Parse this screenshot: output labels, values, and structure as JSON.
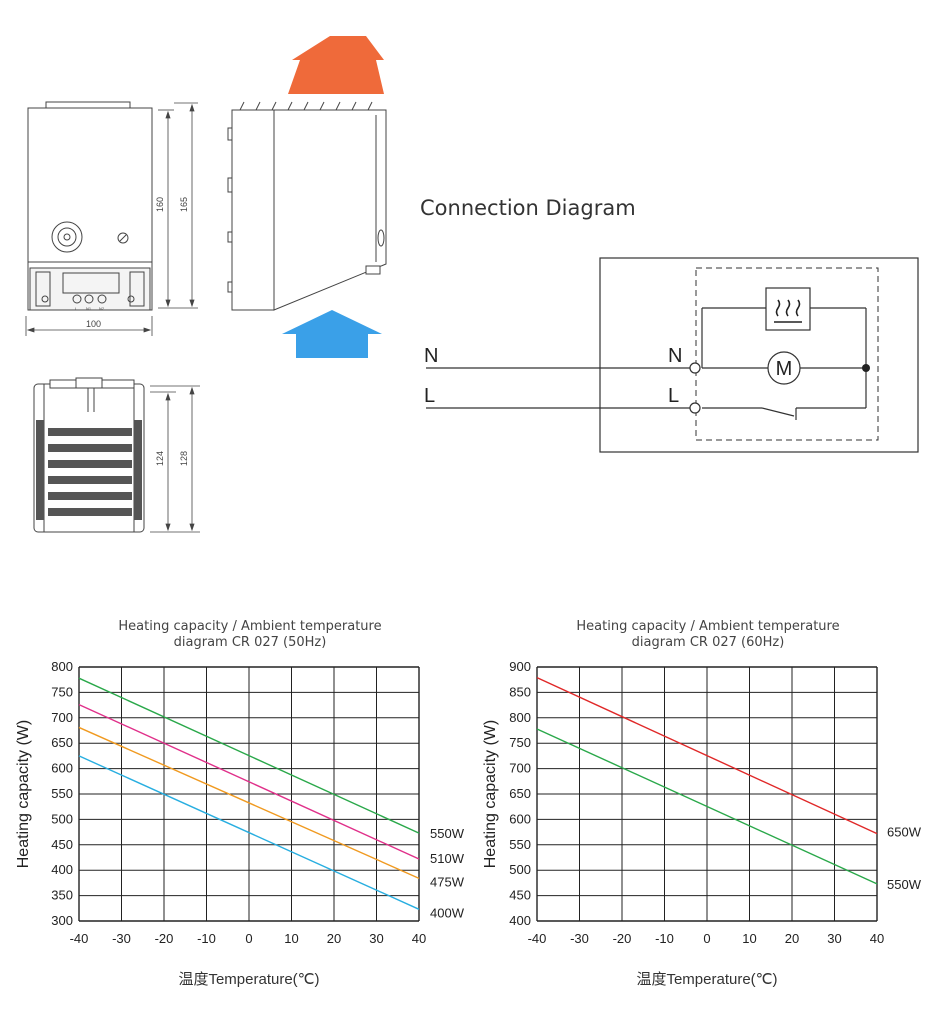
{
  "dimension_drawings": {
    "front_width": "100",
    "front_height_inner": "160",
    "front_height_outer": "165",
    "front_terminals": [
      "L",
      "N1",
      "N2"
    ],
    "bottom_height_inner": "124",
    "bottom_height_outer": "128",
    "airflow_colors": {
      "hot": "#ef6a3a",
      "cold": "#3aa0e8"
    }
  },
  "connection_diagram": {
    "title": "Connection Diagram",
    "outer_n": "N",
    "outer_l": "L",
    "inner_n": "N",
    "inner_l": "L",
    "motor": "M",
    "heater_icon": "heater-icon"
  },
  "chart_data": [
    {
      "type": "line",
      "title": "Heating capacity / Ambient temperature diagram CR 027 (50Hz)",
      "title_lines": [
        "Heating capacity / Ambient temperature",
        "diagram CR 027 (50Hz)"
      ],
      "xlabel": "温度Temperature(℃)",
      "ylabel": "Heating capacity (W)",
      "xlim": [
        -40,
        40
      ],
      "ylim": [
        300,
        800
      ],
      "xticks": [
        "-40",
        "-30",
        "-20",
        "-10",
        "0",
        "10",
        "20",
        "30",
        "40"
      ],
      "yticks": [
        "300",
        "350",
        "400",
        "450",
        "500",
        "550",
        "600",
        "650",
        "700",
        "750",
        "800"
      ],
      "grid": true,
      "series": [
        {
          "name": "550W",
          "color": "#2aa84a",
          "x": [
            -40,
            40
          ],
          "y": [
            778,
            473
          ]
        },
        {
          "name": "510W",
          "color": "#e0308a",
          "x": [
            -40,
            40
          ],
          "y": [
            726,
            422
          ]
        },
        {
          "name": "475W",
          "color": "#f09a20",
          "x": [
            -40,
            40
          ],
          "y": [
            681,
            384
          ]
        },
        {
          "name": "400W",
          "color": "#28aee0",
          "x": [
            -40,
            40
          ],
          "y": [
            625,
            323
          ]
        }
      ]
    },
    {
      "type": "line",
      "title": "Heating capacity / Ambient temperature diagram CR 027 (60Hz)",
      "title_lines": [
        "Heating capacity / Ambient temperature",
        "diagram CR 027 (60Hz)"
      ],
      "xlabel": "温度Temperature(℃)",
      "ylabel": "Heating capacity (W)",
      "xlim": [
        -40,
        40
      ],
      "ylim": [
        400,
        900
      ],
      "xticks": [
        "-40",
        "-30",
        "-20",
        "-10",
        "0",
        "10",
        "20",
        "30",
        "40"
      ],
      "yticks": [
        "400",
        "450",
        "500",
        "550",
        "600",
        "650",
        "700",
        "750",
        "800",
        "850",
        "900"
      ],
      "grid": true,
      "series": [
        {
          "name": "650W",
          "color": "#e02828",
          "x": [
            -40,
            40
          ],
          "y": [
            879,
            572
          ]
        },
        {
          "name": "550W",
          "color": "#2aa84a",
          "x": [
            -40,
            40
          ],
          "y": [
            778,
            473
          ]
        }
      ]
    }
  ]
}
